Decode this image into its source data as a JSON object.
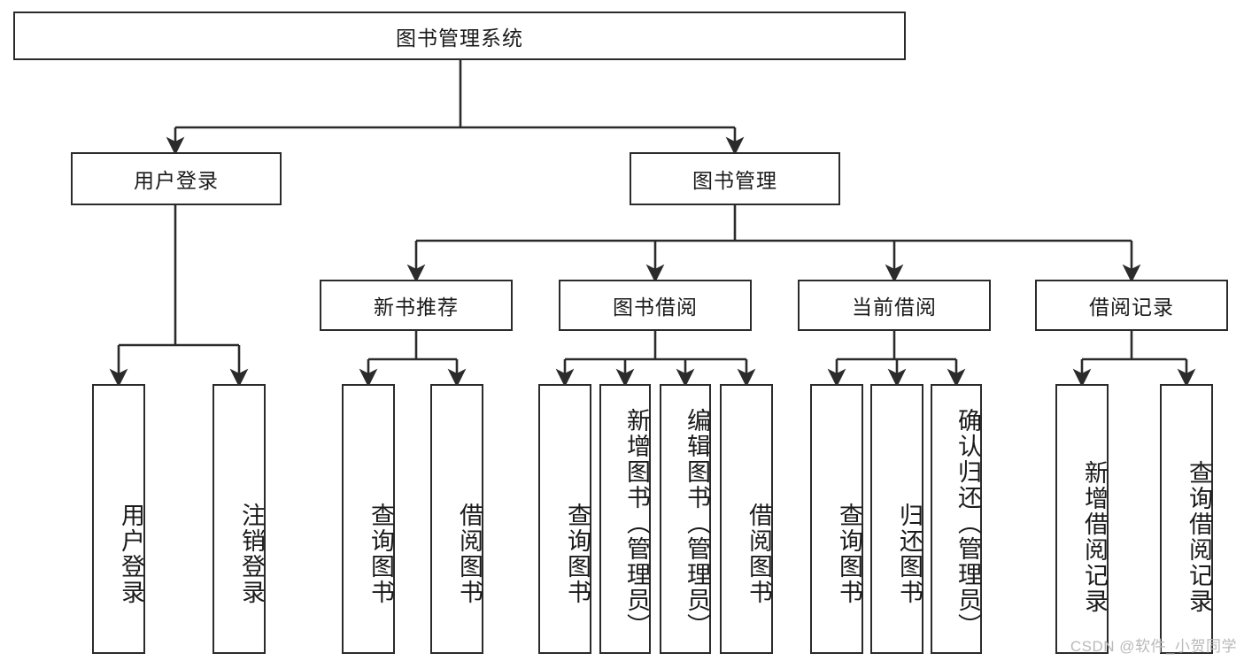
{
  "diagram": {
    "title": "图书管理系统",
    "type": "tree-hierarchy",
    "orientation": "top-down",
    "colors": {
      "stroke": "#2b2b2b",
      "fill": "#ffffff",
      "text": "#1a1a1a",
      "watermark": "#b9b9b9"
    },
    "root": {
      "label": "图书管理系统"
    },
    "level2": [
      {
        "id": "user-login",
        "label": "用户登录"
      },
      {
        "id": "book-management",
        "label": "图书管理"
      }
    ],
    "level3": [
      {
        "id": "new-book-recommend",
        "label": "新书推荐",
        "parent": "book-management"
      },
      {
        "id": "book-borrow",
        "label": "图书借阅",
        "parent": "book-management"
      },
      {
        "id": "current-borrow",
        "label": "当前借阅",
        "parent": "book-management"
      },
      {
        "id": "borrow-record",
        "label": "借阅记录",
        "parent": "book-management"
      }
    ],
    "leaves": [
      {
        "id": "leaf-user-login",
        "label": "用户登录",
        "parent": "user-login"
      },
      {
        "id": "leaf-logout",
        "label": "注销登录",
        "parent": "user-login"
      },
      {
        "id": "leaf-query-book-1",
        "label": "查询图书",
        "parent": "new-book-recommend"
      },
      {
        "id": "leaf-borrow-book-1",
        "label": "借阅图书",
        "parent": "new-book-recommend"
      },
      {
        "id": "leaf-query-book-2",
        "label": "查询图书",
        "parent": "book-borrow"
      },
      {
        "id": "leaf-add-book",
        "label": "新增图书（管理员）",
        "parent": "book-borrow"
      },
      {
        "id": "leaf-edit-book",
        "label": "编辑图书（管理员）",
        "parent": "book-borrow"
      },
      {
        "id": "leaf-borrow-book-2",
        "label": "借阅图书",
        "parent": "book-borrow"
      },
      {
        "id": "leaf-query-book-3",
        "label": "查询图书",
        "parent": "current-borrow"
      },
      {
        "id": "leaf-return-book",
        "label": "归还图书",
        "parent": "current-borrow"
      },
      {
        "id": "leaf-confirm-return",
        "label": "确认归还（管理员）",
        "parent": "current-borrow"
      },
      {
        "id": "leaf-add-record",
        "label": "新增借阅记录",
        "parent": "borrow-record"
      },
      {
        "id": "leaf-query-record",
        "label": "查询借阅记录",
        "parent": "borrow-record"
      }
    ]
  },
  "watermark": {
    "text": "CSDN @软件_小贺同学"
  }
}
